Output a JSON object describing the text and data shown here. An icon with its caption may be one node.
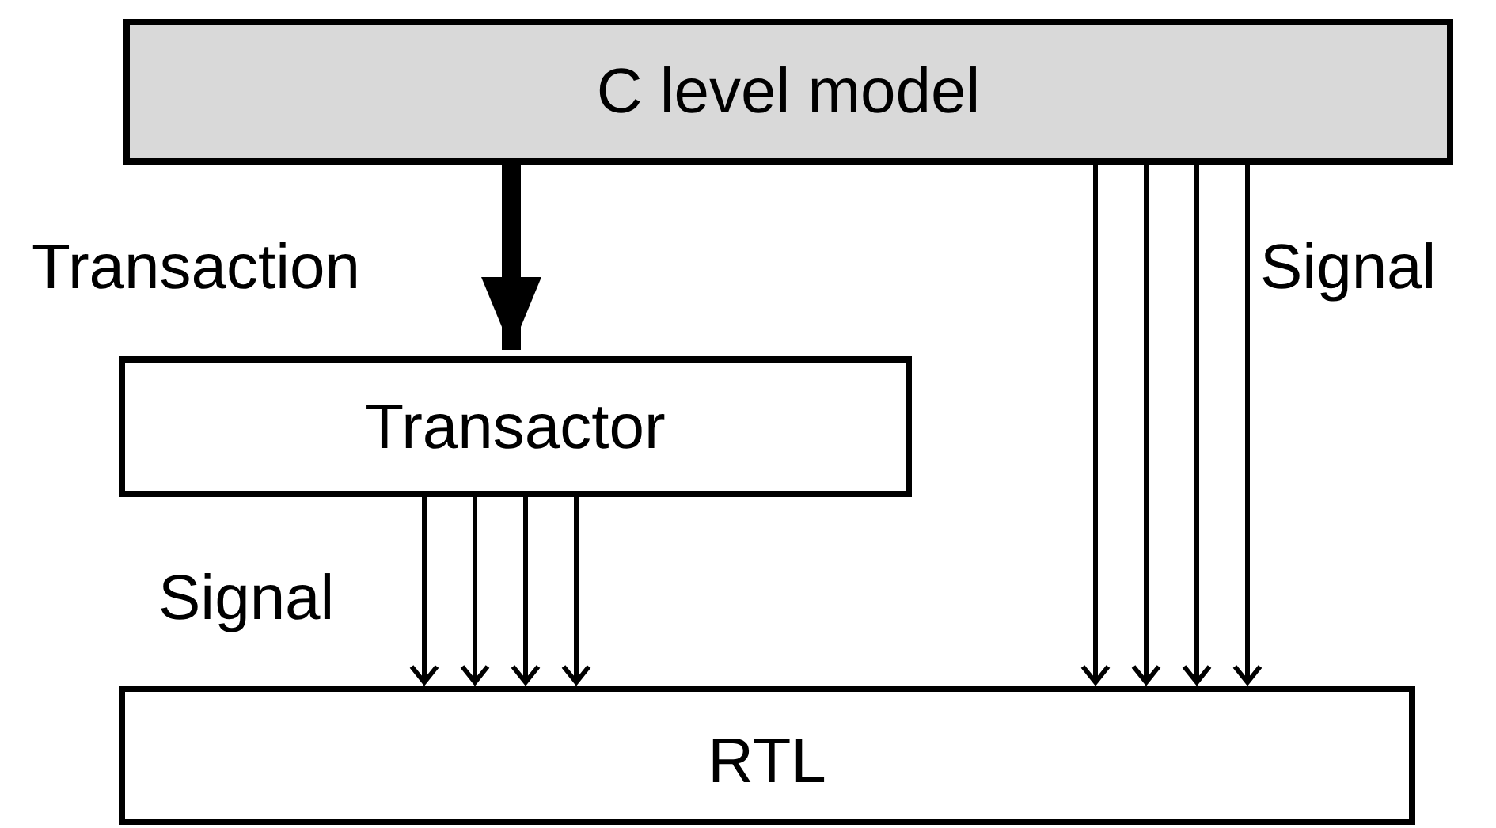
{
  "diagram": {
    "nodes": [
      {
        "text": [
          "C level model"
        ]
      },
      {
        "text": [
          "Transactor"
        ]
      },
      {
        "text": [
          "RTL"
        ]
      }
    ],
    "edges": [
      {
        "from": 0,
        "to": 1,
        "arrow": "to",
        "style": "thick",
        "label": "Transaction"
      },
      {
        "from": 1,
        "to": 2,
        "arrow": "to",
        "label": "Signal"
      },
      {
        "from": 1,
        "to": 2,
        "arrow": "to"
      },
      {
        "from": 1,
        "to": 2,
        "arrow": "to"
      },
      {
        "from": 1,
        "to": 2,
        "arrow": "to"
      },
      {
        "from": 0,
        "to": 2,
        "arrow": "to"
      },
      {
        "from": 0,
        "to": 2,
        "arrow": "to"
      },
      {
        "from": 0,
        "to": 2,
        "arrow": "to"
      },
      {
        "from": 0,
        "to": 2,
        "arrow": "to",
        "label": "Signal"
      }
    ]
  }
}
